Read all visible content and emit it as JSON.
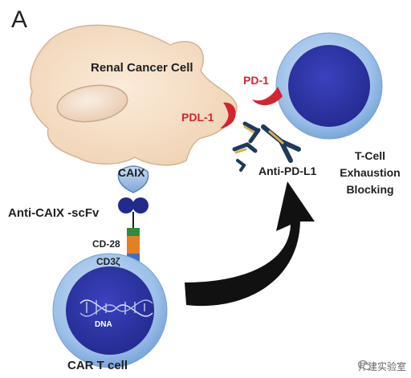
{
  "panel_letter": "A",
  "labels": {
    "renal_cancer_cell": "Renal Cancer Cell",
    "pd1": "PD-1",
    "pdl1": "PDL-1",
    "caix": "CAIX",
    "anti_caix_scfv": "Anti-CAIX -scFv",
    "cd28": "CD-28",
    "cd3z": "CD3ζ",
    "dna": "DNA",
    "car_t_cell": "CAR T cell",
    "anti_pd_l1": "Anti-PD-L1",
    "t_cell_line1": "T-Cell",
    "t_cell_line2": "Exhaustion",
    "t_cell_line3": "Blocking"
  },
  "watermark": "邦建实验室",
  "colors": {
    "cancer_cell_fill": "#f6dfc6",
    "nucleus_blue": "#2e35a8",
    "cell_outer_blue": "#8fb6e2",
    "receptor_red": "#d42430",
    "cd28_orange": "#e67e22",
    "cd3z_blue": "#3f6fc2",
    "hinge_green": "#2e8b3e",
    "antibody_navy": "#1e3a5c",
    "antibody_gold": "#d9b04a",
    "arrow_black": "#111111"
  }
}
